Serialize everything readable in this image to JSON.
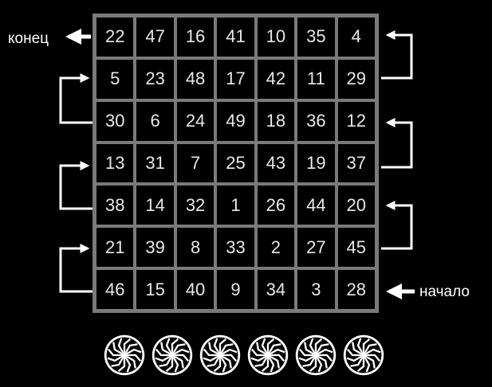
{
  "labels": {
    "end": "конец",
    "start": "начало"
  },
  "grid": {
    "rows": [
      [
        "22",
        "47",
        "16",
        "41",
        "10",
        "35",
        "4"
      ],
      [
        "5",
        "23",
        "48",
        "17",
        "42",
        "11",
        "29"
      ],
      [
        "30",
        "6",
        "24",
        "49",
        "18",
        "36",
        "12"
      ],
      [
        "13",
        "31",
        "7",
        "25",
        "43",
        "19",
        "37"
      ],
      [
        "38",
        "14",
        "32",
        "1",
        "26",
        "44",
        "20"
      ],
      [
        "21",
        "39",
        "8",
        "33",
        "2",
        "27",
        "45"
      ],
      [
        "46",
        "15",
        "40",
        "9",
        "34",
        "3",
        "28"
      ]
    ]
  },
  "symbols": {
    "icon": "black-sun-icon",
    "count": 6
  },
  "colors": {
    "background": "#000000",
    "grid_lines": "#7a7a7a",
    "text": "#e8e8e8",
    "arrows": "#ffffff"
  }
}
